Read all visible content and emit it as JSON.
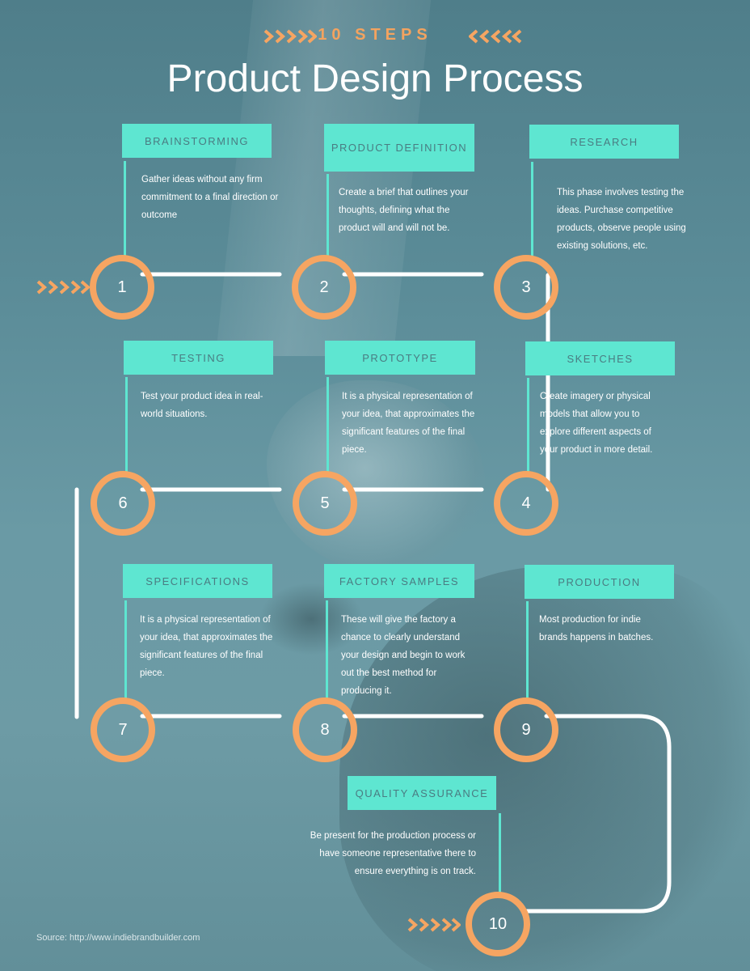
{
  "header": {
    "subtitle": "10 STEPS",
    "title": "Product Design Process"
  },
  "colors": {
    "accent_orange": "#f6a562",
    "label_teal": "#5ee6d1",
    "label_text": "#4a7c82",
    "connector": "#ffffff"
  },
  "steps": [
    {
      "number": "1",
      "label": "BRAINSTORMING",
      "text": "Gather ideas without any firm commitment to a final direction or outcome"
    },
    {
      "number": "2",
      "label": "PRODUCT DEFINITION",
      "text": "Create a brief that outlines your thoughts, defining what the product will and will not be."
    },
    {
      "number": "3",
      "label": "RESEARCH",
      "text": "This phase involves testing the ideas.  Purchase competitive products, observe people using existing solutions, etc."
    },
    {
      "number": "4",
      "label": "SKETCHES",
      "text": "Create imagery or physical models that allow you to explore different aspects of your product in more detail."
    },
    {
      "number": "5",
      "label": "PROTOTYPE",
      "text": "It is a physical representation of your idea, that approximates the significant features of the final piece."
    },
    {
      "number": "6",
      "label": "TESTING",
      "text": "Test your product idea in real-world situations."
    },
    {
      "number": "7",
      "label": "SPECIFICATIONS",
      "text": "It is a physical representation of your idea, that approximates the significant features of the final piece."
    },
    {
      "number": "8",
      "label": "FACTORY SAMPLES",
      "text": "These will give the factory a chance to clearly understand your design and begin to work out the best method for producing it."
    },
    {
      "number": "9",
      "label": "PRODUCTION",
      "text": "Most production for indie brands happens in batches."
    },
    {
      "number": "10",
      "label": "QUALITY ASSURANCE",
      "text": "Be present for the production process or have someone representative there to ensure everything is on track."
    }
  ],
  "source": "Source: http://www.indiebrandbuilder.com"
}
